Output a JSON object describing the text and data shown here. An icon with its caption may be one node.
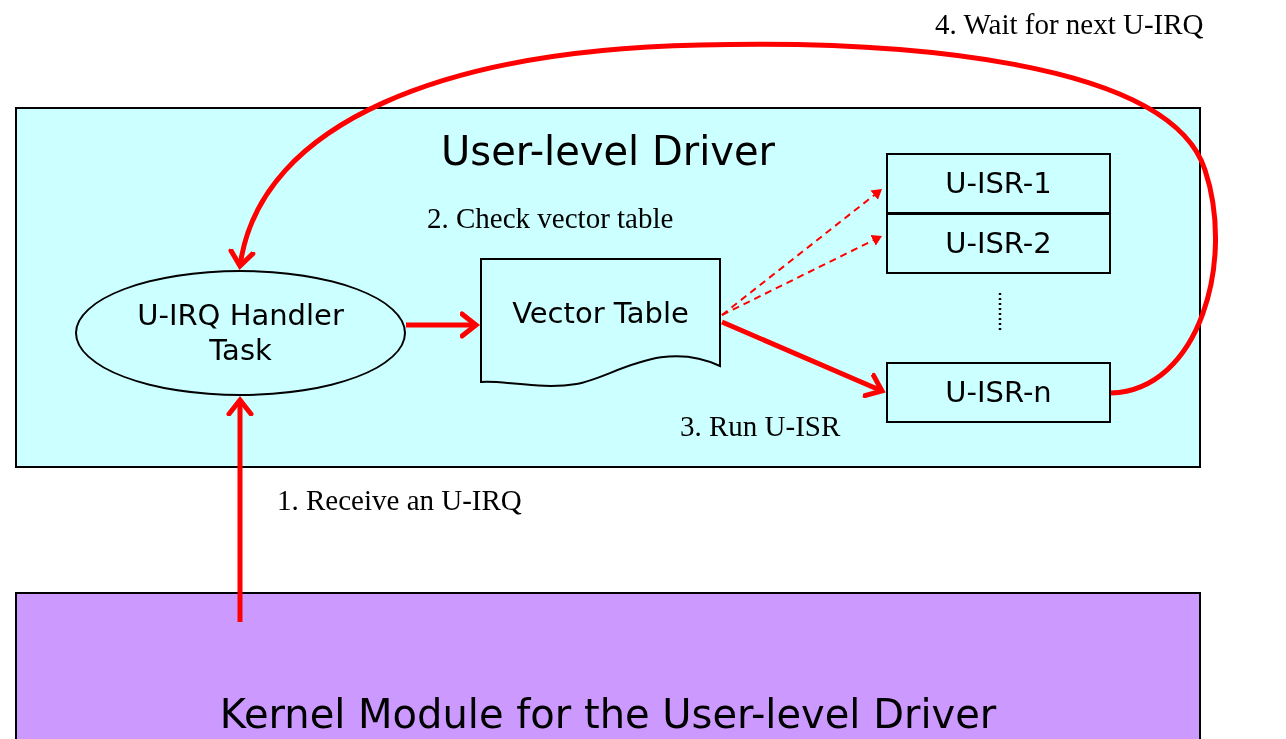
{
  "diagram": {
    "nodes": [
      {
        "text": [
          "User-level Driver"
        ]
      },
      {
        "text": [
          "U-IRQ Handler Task"
        ],
        "in": 0
      },
      {
        "text": [
          "Vector Table"
        ],
        "in": 0
      },
      {
        "text": [
          "U-ISR-1"
        ],
        "in": 0
      },
      {
        "text": [
          "U-ISR-2"
        ],
        "in": 0
      },
      {
        "text": [
          "U-ISR-n"
        ],
        "in": 0
      },
      {
        "text": [
          "Kernel Module for the User-level Driver"
        ]
      }
    ],
    "edges": [
      {
        "from": 6,
        "to": 1,
        "arrow": "to",
        "label": "1. Receive an U-IRQ"
      },
      {
        "from": 1,
        "to": 2,
        "arrow": "to",
        "label": "2. Check vector table"
      },
      {
        "from": 2,
        "to": 3,
        "arrow": "to",
        "style": "dashed"
      },
      {
        "from": 2,
        "to": 4,
        "arrow": "to",
        "style": "dashed"
      },
      {
        "from": 2,
        "to": 5,
        "arrow": "to",
        "label": "3. Run U-ISR"
      },
      {
        "from": 5,
        "to": 1,
        "arrow": "to",
        "label": "4. Wait for next U-IRQ"
      }
    ]
  }
}
